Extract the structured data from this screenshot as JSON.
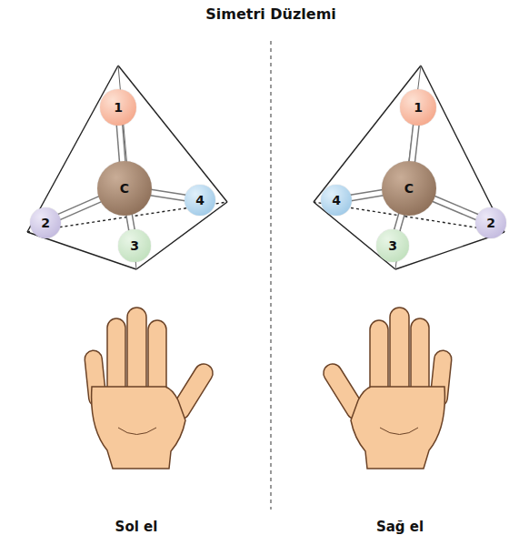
{
  "diagram": {
    "title": "Simetri Düzlemi",
    "nodes": [
      {
        "text": [
          "1"
        ]
      },
      {
        "text": [
          "C"
        ]
      },
      {
        "text": [
          "4"
        ]
      },
      {
        "text": [
          "2"
        ]
      },
      {
        "text": [
          "3"
        ]
      },
      {
        "text": [
          "1"
        ]
      },
      {
        "text": [
          "C"
        ]
      },
      {
        "text": [
          "4"
        ]
      },
      {
        "text": [
          "2"
        ]
      },
      {
        "text": [
          "3"
        ]
      }
    ],
    "edges": [
      {
        "from": 1,
        "to": 0,
        "arrow": "none"
      },
      {
        "from": 1,
        "to": 2,
        "arrow": "none"
      },
      {
        "from": 1,
        "to": 3,
        "arrow": "none"
      },
      {
        "from": 1,
        "to": 4,
        "arrow": "none"
      },
      {
        "from": 6,
        "to": 5,
        "arrow": "none"
      },
      {
        "from": 6,
        "to": 7,
        "arrow": "none"
      },
      {
        "from": 6,
        "to": 8,
        "arrow": "none"
      },
      {
        "from": 6,
        "to": 9,
        "arrow": "none"
      }
    ],
    "labels": [
      "Sol el",
      "Sağ el"
    ]
  }
}
